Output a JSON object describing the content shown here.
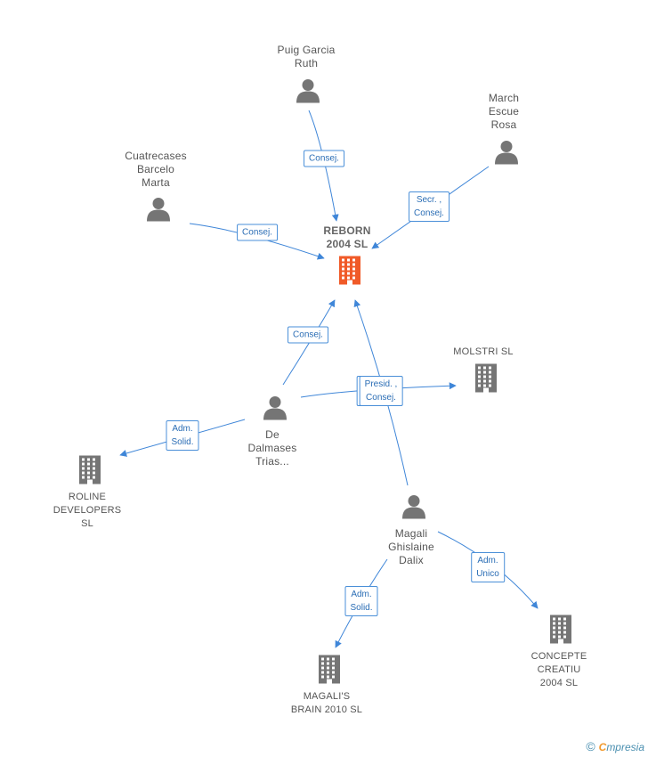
{
  "nodes": [
    {
      "id": "reborn",
      "type": "company",
      "focus": true,
      "label": "REBORN\n2004 SL"
    },
    {
      "id": "puig",
      "type": "person",
      "label": "Puig Garcia\nRuth"
    },
    {
      "id": "march",
      "type": "person",
      "label": "March\nEscue\nRosa"
    },
    {
      "id": "cuatrecases",
      "type": "person",
      "label": "Cuatrecases\nBarcelo\nMarta"
    },
    {
      "id": "molstri",
      "type": "company",
      "label": "MOLSTRI SL"
    },
    {
      "id": "dalmases",
      "type": "person",
      "label": "De\nDalmases\nTrias..."
    },
    {
      "id": "roline",
      "type": "company",
      "label": "ROLINE\nDEVELOPERS\nSL"
    },
    {
      "id": "magali",
      "type": "person",
      "label": "Magali\nGhislaine\nDalix"
    },
    {
      "id": "concepte",
      "type": "company",
      "label": "CONCEPTE\nCREATIU\n2004 SL"
    },
    {
      "id": "brain",
      "type": "company",
      "label": "MAGALI'S\nBRAIN 2010 SL"
    }
  ],
  "edges": [
    {
      "from": "puig",
      "to": "reborn",
      "label": "Consej."
    },
    {
      "from": "march",
      "to": "reborn",
      "label": "Secr. ,\nConsej."
    },
    {
      "from": "cuatrecases",
      "to": "reborn",
      "label": "Consej."
    },
    {
      "from": "dalmases",
      "to": "reborn",
      "label": "Consej."
    },
    {
      "from": "dalmases",
      "to": "molstri",
      "label": "Presid. ,\nConsej."
    },
    {
      "from": "dalmases",
      "to": "roline",
      "label": "Adm.\nSolid."
    },
    {
      "from": "magali",
      "to": "reborn",
      "label": "Presid. ,\nConsej."
    },
    {
      "from": "magali",
      "to": "concepte",
      "label": "Adm.\nUnico"
    },
    {
      "from": "magali",
      "to": "brain",
      "label": "Adm.\nSolid."
    }
  ],
  "colors": {
    "person": "#757575",
    "company": "#757575",
    "focus": "#f05a28",
    "edge": "#3f86d8"
  },
  "footer": {
    "copyright": "©",
    "brand_first": "C",
    "brand_rest": "mpresia"
  }
}
